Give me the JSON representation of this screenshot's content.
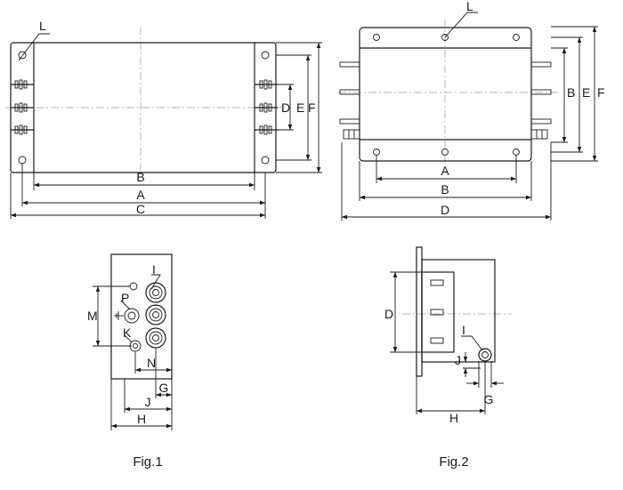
{
  "figure_1": {
    "caption": "Fig.1",
    "top_view_labels": {
      "L": "L",
      "B": "B",
      "A": "A",
      "C": "C",
      "D": "D",
      "E": "E",
      "F": "F"
    },
    "side_view_labels": {
      "I": "I",
      "P": "P",
      "K": "K",
      "M": "M",
      "N": "N",
      "G": "G",
      "J": "J",
      "H": "H"
    }
  },
  "figure_2": {
    "caption": "Fig.2",
    "top_view_labels": {
      "L": "L",
      "A": "A",
      "B": "B",
      "D": "D",
      "E": "E",
      "F": "F"
    },
    "side_view_labels": {
      "D": "D",
      "I": "I",
      "J": "J",
      "H": "H",
      "G": "G"
    }
  }
}
